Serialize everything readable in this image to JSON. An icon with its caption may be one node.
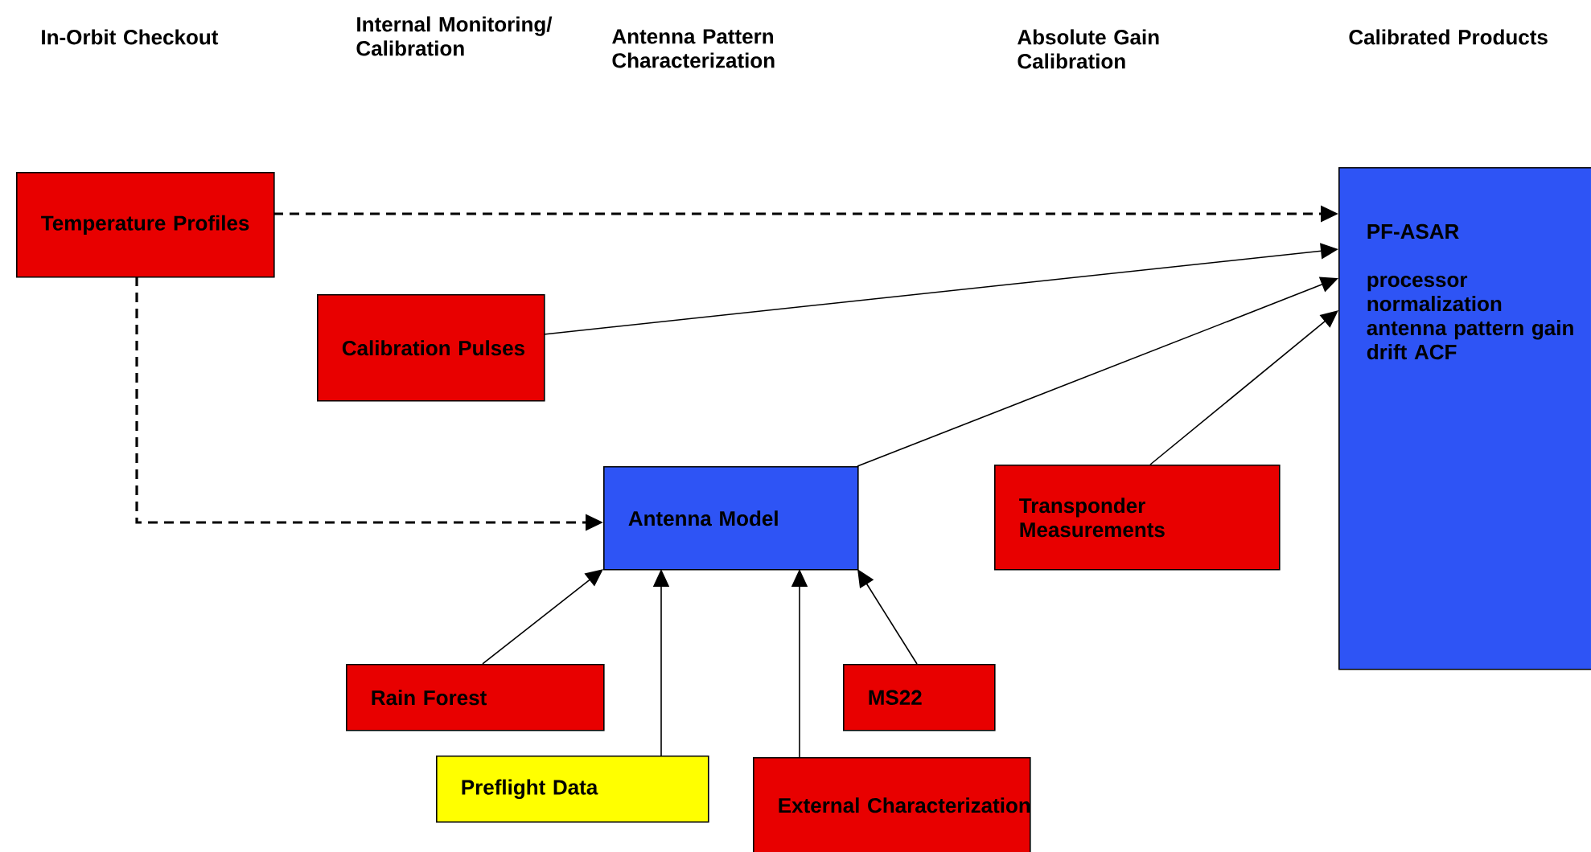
{
  "diagram": {
    "nodes": [
      {
        "text": [
          "Temperature Profiles"
        ]
      },
      {
        "text": [
          "Calibration Pulses"
        ]
      },
      {
        "text": [
          "Antenna Model"
        ]
      },
      {
        "text": [
          "Transponder Measurements"
        ]
      },
      {
        "text": [
          "PF-ASAR",
          "processor normalization antenna pattern gain drift ACF"
        ]
      },
      {
        "text": [
          "Rain Forest"
        ]
      },
      {
        "text": [
          "Preflight Data"
        ]
      },
      {
        "text": [
          "External Characterization"
        ]
      },
      {
        "text": [
          "MS22"
        ]
      }
    ],
    "edges": [
      {
        "from": 0,
        "to": 4,
        "arrow": "to",
        "style": "dashed"
      },
      {
        "from": 1,
        "to": 4,
        "arrow": "to"
      },
      {
        "from": 0,
        "to": 2,
        "arrow": "to",
        "style": "dashed"
      },
      {
        "from": 2,
        "to": 4,
        "arrow": "to"
      },
      {
        "from": 3,
        "to": 4,
        "arrow": "to"
      },
      {
        "from": 5,
        "to": 2,
        "arrow": "to"
      },
      {
        "from": 6,
        "to": 2,
        "arrow": "to"
      },
      {
        "from": 7,
        "to": 2,
        "arrow": "to"
      },
      {
        "from": 8,
        "to": 2,
        "arrow": "to"
      }
    ],
    "labels": [
      "In-Orbit Checkout",
      "Internal Monitoring/ Calibration",
      "Antenna Pattern Characterization",
      "Absolute Gain Calibration",
      "Calibrated Products"
    ]
  }
}
